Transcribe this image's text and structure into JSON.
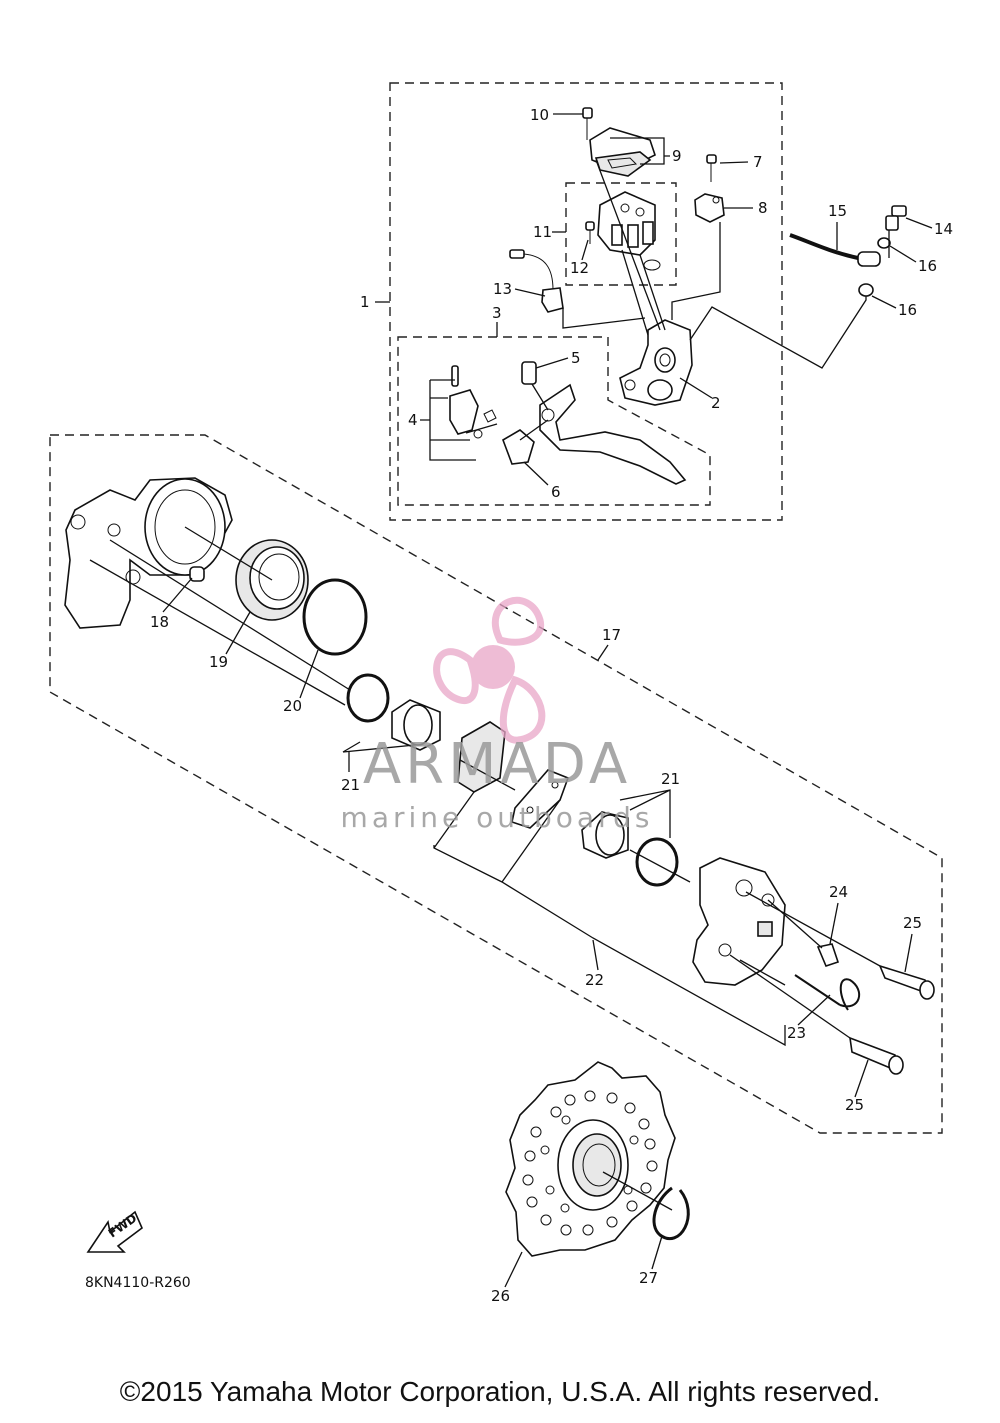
{
  "diagram": {
    "code": "8KN4110-R260",
    "fwd_label": "FWD",
    "part_numbers": [
      "1",
      "2",
      "3",
      "4",
      "5",
      "6",
      "7",
      "8",
      "9",
      "10",
      "11",
      "12",
      "13",
      "14",
      "15",
      "16",
      "16",
      "17",
      "18",
      "19",
      "20",
      "21",
      "21",
      "22",
      "23",
      "24",
      "25",
      "25",
      "26",
      "27"
    ]
  },
  "watermark": {
    "brand": "ARMADA",
    "tagline": "marine outboards",
    "color": "#e9a6c8"
  },
  "footer": {
    "copyright": "©2015 Yamaha Motor Corporation, U.S.A. All rights reserved."
  }
}
